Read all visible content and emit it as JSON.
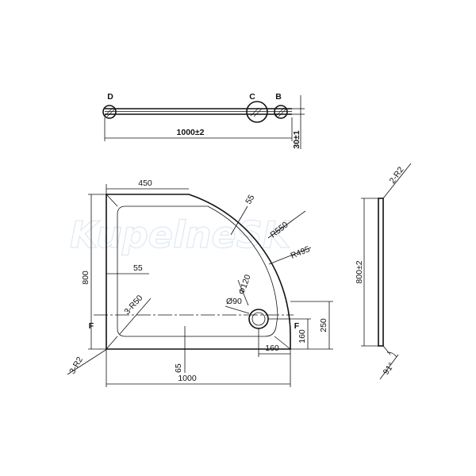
{
  "watermark": "KupelneSK",
  "side_view": {
    "point_labels": [
      "D",
      "C",
      "B"
    ],
    "width_dim": "1000±2",
    "height_dim": "30±1"
  },
  "top_view": {
    "dims": {
      "left_width": "450",
      "rim_55_top": "55",
      "radius_outer": "R550",
      "radius_inner": "R495",
      "rim_55_left": "55",
      "drain_outer": "Φ120",
      "drain_inner": "Ø90",
      "corner_radius_inner": "3-R50",
      "corner_radius_outer": "3-R2",
      "height": "800",
      "bottom_rim": "65",
      "total_width": "1000",
      "drain_x": "160",
      "drain_y_inner": "160",
      "drain_y_outer": "250"
    },
    "section_labels": [
      "F",
      "F"
    ]
  },
  "front_view": {
    "radius": "2-R2",
    "height_dim": "800±2",
    "angle": "91°"
  }
}
